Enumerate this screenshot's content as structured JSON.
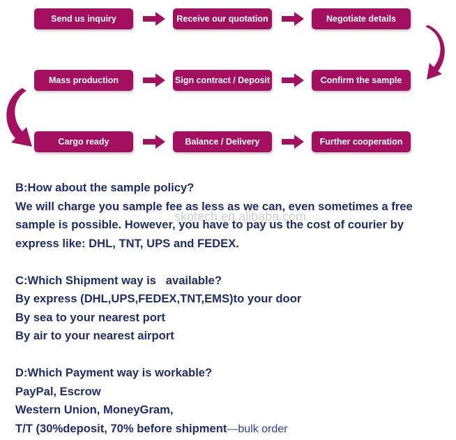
{
  "flow": {
    "steps": [
      "Send us inquiry",
      "Receive our quotation",
      "Negotiate details",
      "Mass production",
      "Sign contract / Deposit",
      "Confirm the sample",
      "Cargo ready",
      "Balance / Delivery",
      "Further cooperation"
    ],
    "accent_color": "#a4105f",
    "arrow_color": "#a4105f",
    "arrow_icon": "right-arrow-icon",
    "curve_icon": "curved-arrow-icon"
  },
  "faq": {
    "b": {
      "question": "B:How about the sample policy?",
      "answer_lines": [
        "We will charge you sample fee as less as we can, even sometimes a free",
        "sample is possible. However, you have to pay us the cost of courier by",
        "express like: DHL, TNT, UPS and FEDEX."
      ]
    },
    "c": {
      "question": "C:Which Shipment way is   available?",
      "answer_lines": [
        "By express (DHL,UPS,FEDEX,TNT,EMS)to your door",
        "By sea to your nearest port",
        "By air to your nearest airport"
      ]
    },
    "d": {
      "question": "D:Which Payment way is workable?",
      "answer_lines": [
        "PayPal, Escrow",
        "Western Union, MoneyGram,",
        "T/T (30%deposit, 70% before shipment"
      ],
      "note": "—bulk order"
    }
  },
  "watermark": "skotech.en.alibaba.com",
  "text_color": "#1e2d6e"
}
